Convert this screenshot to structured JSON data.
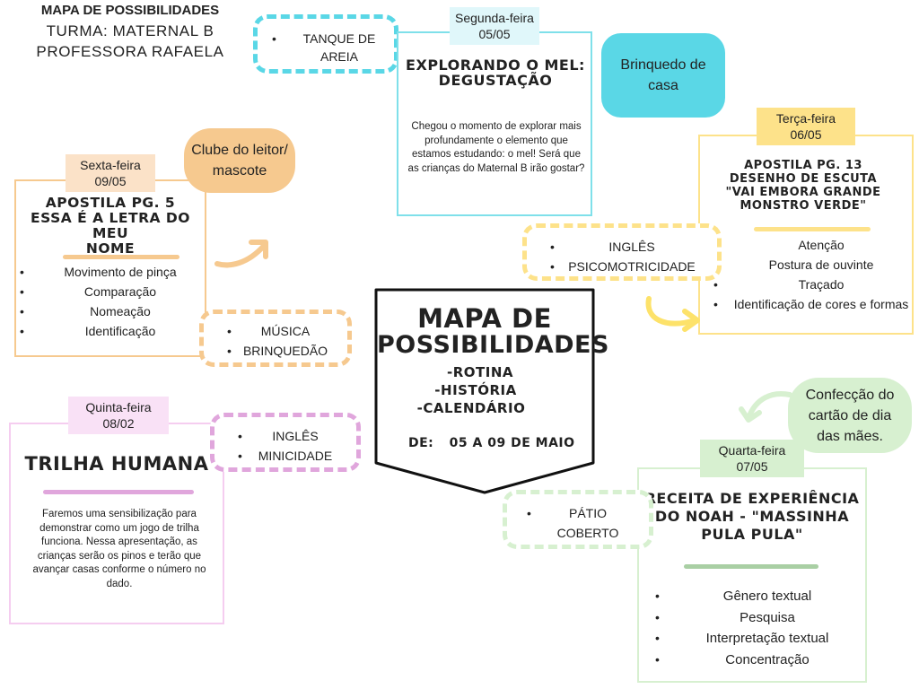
{
  "header": {
    "title": "MAPA DE POSSIBILIDADES",
    "turma": "TURMA: MATERNAL B",
    "professora": "PROFESSORA RAFAELA"
  },
  "center": {
    "title_line1": "MAPA DE",
    "title_line2": "POSSIBILIDADES",
    "items": [
      "-ROTINA",
      "-HISTÓRIA",
      "-CALENDÁRIO"
    ],
    "date_label": "DE:",
    "date_range": "05 A 09 DE MAIO"
  },
  "monday": {
    "day": "Segunda-feira",
    "date": "05/05",
    "title_line1": "EXPLORANDO O MEL:",
    "title_line2": "DEGUSTAÇÃO",
    "text": "Chegou o momento de explorar mais profundamente o elemento que estamos estudando: o mel! Será que as crianças do Maternal B irão gostar?",
    "activity": [
      "TANQUE DE AREIA"
    ],
    "note": "Brinquedo de casa"
  },
  "tuesday": {
    "day": "Terça-feira",
    "date": "06/05",
    "title_lines": [
      "APOSTILA PG. 13",
      "DESENHO DE ESCUTA",
      "\"VAI EMBORA GRANDE",
      "MONSTRO VERDE\""
    ],
    "bullets": [
      "Atenção",
      "Postura de ouvinte",
      "Traçado",
      "Identificação de cores e formas"
    ],
    "activities": [
      "INGLÊS",
      "PSICOMOTRICIDADE"
    ]
  },
  "wednesday": {
    "day": "Quarta-feira",
    "date": "07/05",
    "title_lines": [
      "RECEITA DE EXPERIÊNCIA",
      "DO NOAH - \"MASSINHA",
      "PULA PULA\""
    ],
    "bullets": [
      "Gênero textual",
      "Pesquisa",
      "Interpretação textual",
      "Concentração"
    ],
    "activity": [
      "PÁTIO COBERTO"
    ],
    "note": "Confecção do cartão de dia das mães."
  },
  "thursday": {
    "day": "Quinta-feira",
    "date": "08/02",
    "title": "TRILHA HUMANA",
    "text": "Faremos uma sensibilização para demonstrar como um jogo de trilha funciona. Nessa apresentação, as crianças serão os pinos e terão que avançar casas conforme o número no dado.",
    "activities": [
      "INGLÊS",
      "MINICIDADE"
    ]
  },
  "friday": {
    "day": "Sexta-feira",
    "date": "09/05",
    "title_lines": [
      "APOSTILA PG. 5",
      "ESSA É A LETRA DO MEU",
      "NOME"
    ],
    "bullets": [
      "Movimento de pinça",
      "Comparação",
      "Nomeação",
      "Identificação"
    ],
    "activities": [
      "MÚSICA",
      "BRINQUEDÃO"
    ],
    "note": "Clube do leitor/ mascote"
  },
  "colors": {
    "cyan": "#5ad7e6",
    "yellow": "#fde28a",
    "orange": "#f6c98f",
    "pink": "#f5cdf0",
    "lilac": "#e0a6dc",
    "green": "#d7f0d0",
    "green_dark": "#a9cfa4"
  }
}
